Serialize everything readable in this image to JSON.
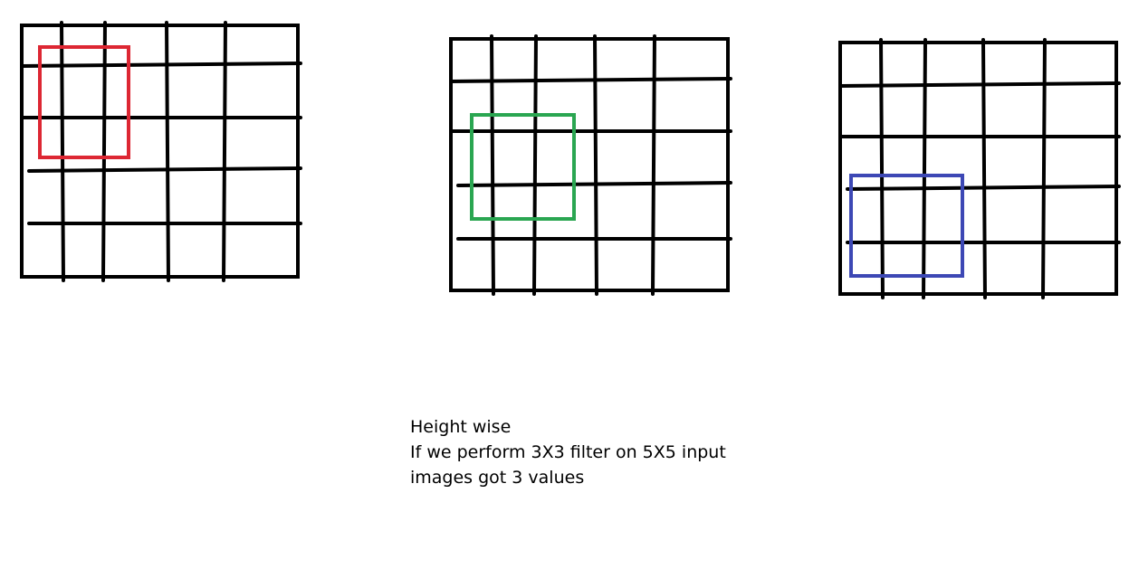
{
  "colors": {
    "background": "#ffffff",
    "grid": "#000000",
    "window_1": "#dd2733",
    "window_2": "#2aa651",
    "window_3": "#3d48b5"
  },
  "diagram": {
    "grid_rows": 5,
    "grid_cols": 5,
    "filter_rows": 3,
    "filter_cols": 3,
    "window_start_rows": [
      0,
      1,
      2
    ]
  },
  "caption": {
    "line1": "Height wise",
    "line2": "If we perform 3X3 filter on 5X5 input",
    "line3": "images got 3 values"
  }
}
